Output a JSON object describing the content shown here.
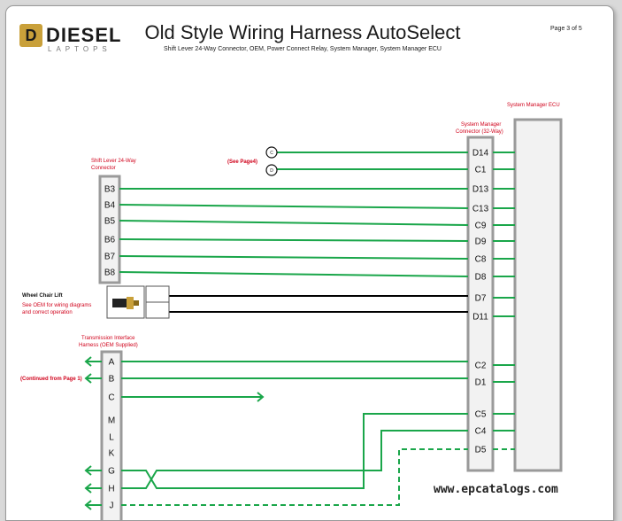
{
  "header": {
    "logo_word": "DIESEL",
    "logo_sub": "LAPTOPS",
    "logo_badge": "D",
    "title": "Old Style Wiring Harness AutoSelect",
    "subtitle": "Shift Lever 24-Way Connector, OEM, Power Connect Relay, System Manager, System Manager ECU",
    "page": "Page 3 of 5"
  },
  "labels": {
    "ecu": "System Manager ECU",
    "sm_connector_1": "System Manager",
    "sm_connector_2": "Connector (32-Way)",
    "shift_lever_1": "Shift Lever 24-Way",
    "shift_lever_2": "Connector",
    "see_page4": "(See Page4)",
    "wheel_chair_lift": "Wheel Chair Lift",
    "oem_note_1": "See OEM for wiring diagrams",
    "oem_note_2": "and correct operation",
    "tih_1": "Transmission Interface",
    "tih_2": "Harness (OEM Supplied)",
    "continued": "(Continued from Page 1)",
    "circle_c": "C",
    "circle_d": "D"
  },
  "sm_pins": [
    "D14",
    "C1",
    "D13",
    "C13",
    "C9",
    "D9",
    "C8",
    "D8",
    "D7",
    "D11",
    "C2",
    "D1",
    "C5",
    "C4",
    "D5"
  ],
  "shift_pins": [
    "B3",
    "B4",
    "B5",
    "B6",
    "B7",
    "B8"
  ],
  "tih_pins": [
    "A",
    "B",
    "C",
    "M",
    "L",
    "K",
    "G",
    "H",
    "J"
  ],
  "watermark": "www.epcatalogs.com",
  "colors": {
    "wire_green": "#1aa64a",
    "wire_black": "#000000",
    "label_red": "#d0021b",
    "logo_gold": "#c9a03a"
  }
}
